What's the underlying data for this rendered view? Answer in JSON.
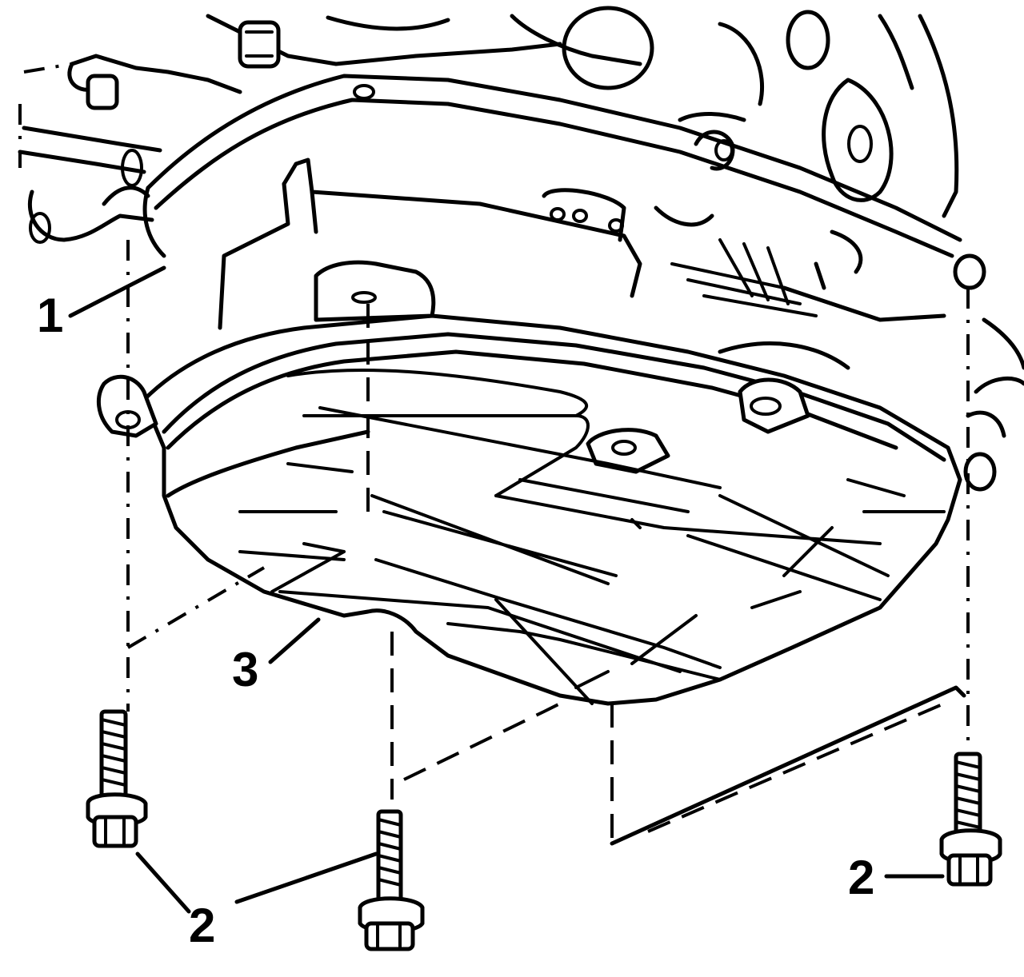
{
  "callouts": [
    {
      "id": "1",
      "label": "1"
    },
    {
      "id": "3",
      "label": "3"
    },
    {
      "id": "2a",
      "label": "2"
    },
    {
      "id": "2b",
      "label": "2"
    }
  ],
  "colors": {
    "ink": "#000000",
    "paper": "#ffffff"
  }
}
